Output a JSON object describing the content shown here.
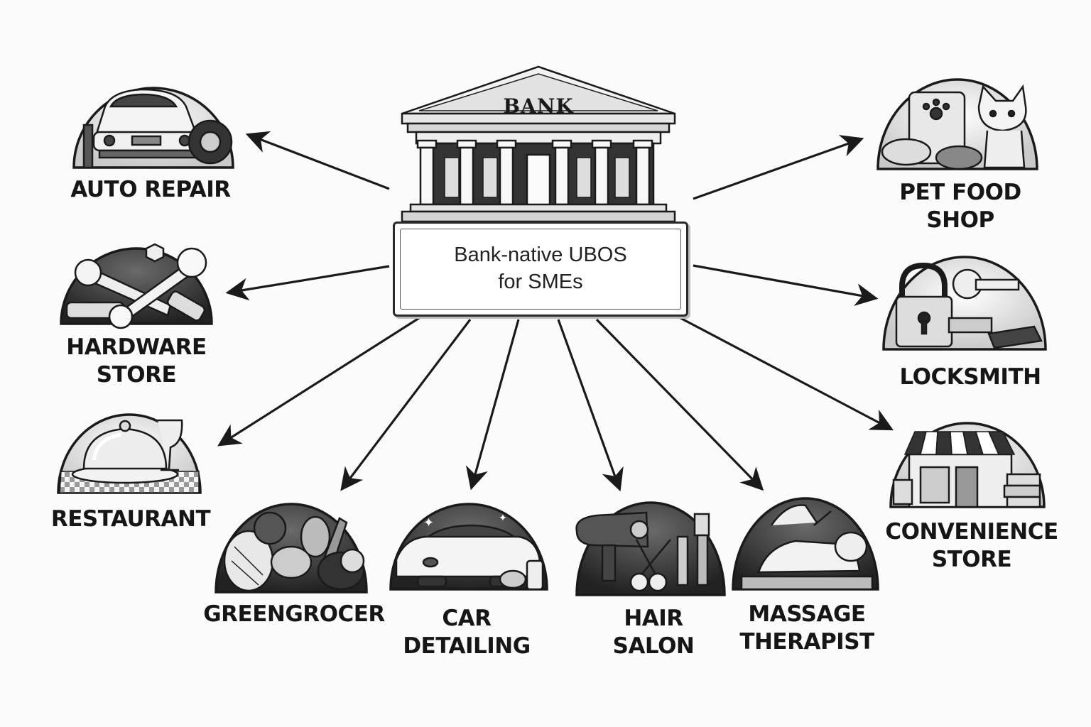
{
  "center": {
    "bank_label": "BANK",
    "line1": "Bank-native UBOS",
    "line2": "for SMEs"
  },
  "nodes": [
    {
      "id": "auto-repair",
      "line1": "Auto Repair",
      "line2": "",
      "icon": "car-on-lift-icon"
    },
    {
      "id": "hardware-store",
      "line1": "Hardware",
      "line2": "Store",
      "icon": "wrench-bolts-icon"
    },
    {
      "id": "restaurant",
      "line1": "Restaurant",
      "line2": "",
      "icon": "cloche-wine-icon"
    },
    {
      "id": "greengrocer",
      "line1": "Greengrocer",
      "line2": "",
      "icon": "vegetables-icon"
    },
    {
      "id": "car-detailing",
      "line1": "Car",
      "line2": "Detailing",
      "icon": "shiny-car-icon"
    },
    {
      "id": "hair-salon",
      "line1": "Hair",
      "line2": "Salon",
      "icon": "hair-dryer-scissors-icon"
    },
    {
      "id": "massage-therapist",
      "line1": "Massage",
      "line2": "Therapist",
      "icon": "massage-icon"
    },
    {
      "id": "convenience-store",
      "line1": "Convenience",
      "line2": "Store",
      "icon": "storefront-icon"
    },
    {
      "id": "locksmith",
      "line1": "Locksmith",
      "line2": "",
      "icon": "padlock-key-icon"
    },
    {
      "id": "pet-food-shop",
      "line1": "Pet Food",
      "line2": "Shop",
      "icon": "cat-pet-food-icon"
    }
  ]
}
